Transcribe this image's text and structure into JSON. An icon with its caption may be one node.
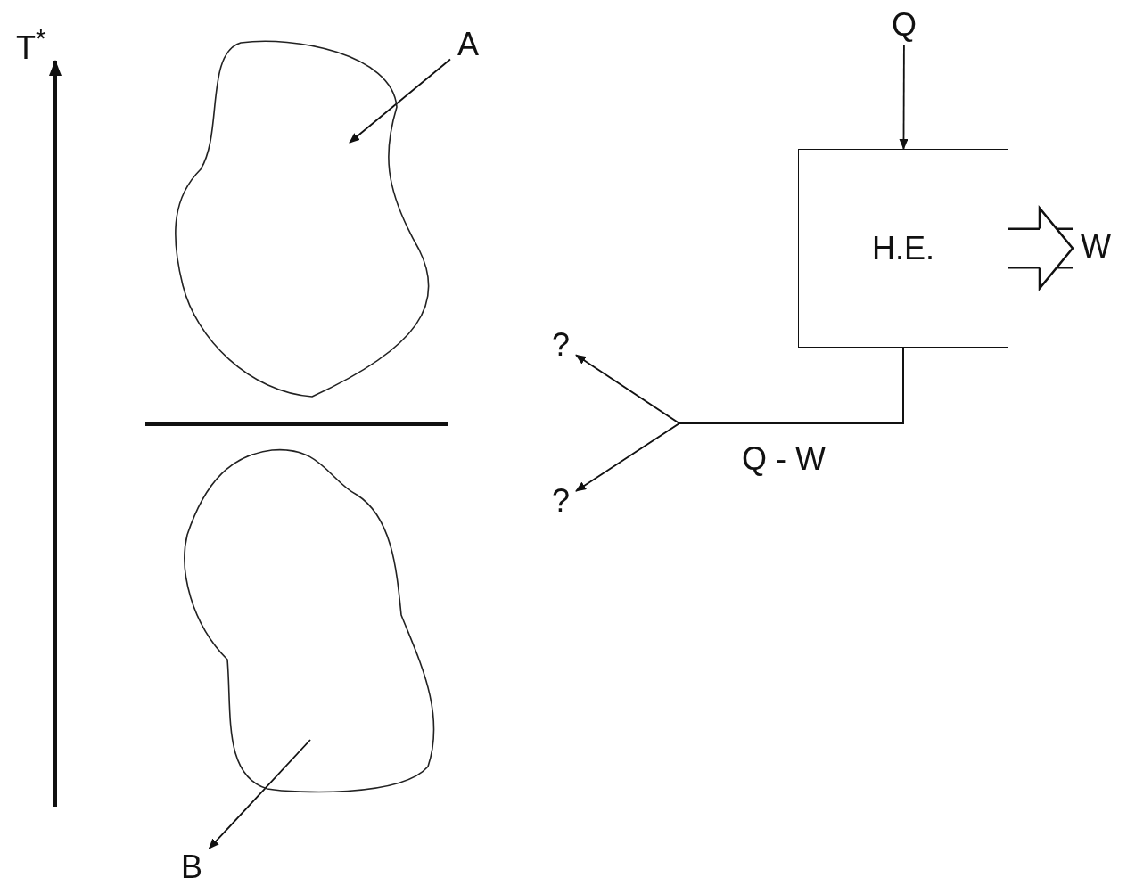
{
  "diagram": {
    "nodes": [
      {
        "text": [],
        "shape": "cloud"
      },
      {
        "text": [],
        "shape": "cloud"
      },
      {
        "text": [
          "A"
        ]
      },
      {
        "text": [
          "B"
        ]
      },
      {
        "text": [
          "H.E."
        ]
      },
      {
        "text": [
          "Q"
        ]
      },
      {
        "text": [
          "W"
        ]
      },
      {
        "text": [
          "?"
        ]
      },
      {
        "text": [
          "?"
        ]
      }
    ],
    "edges": [
      {
        "from": 2,
        "to": 0,
        "arrow": "to"
      },
      {
        "from": 1,
        "to": 3,
        "arrow": "to"
      },
      {
        "from": 5,
        "to": 4,
        "arrow": "to"
      },
      {
        "from": 4,
        "to": 6,
        "arrow": "to",
        "style": "thick"
      },
      {
        "from": 4,
        "to": 7,
        "arrow": "to",
        "label": "Q - W"
      },
      {
        "from": 4,
        "to": 8,
        "arrow": "to"
      }
    ],
    "labels": [
      "T$^{*}$"
    ]
  }
}
